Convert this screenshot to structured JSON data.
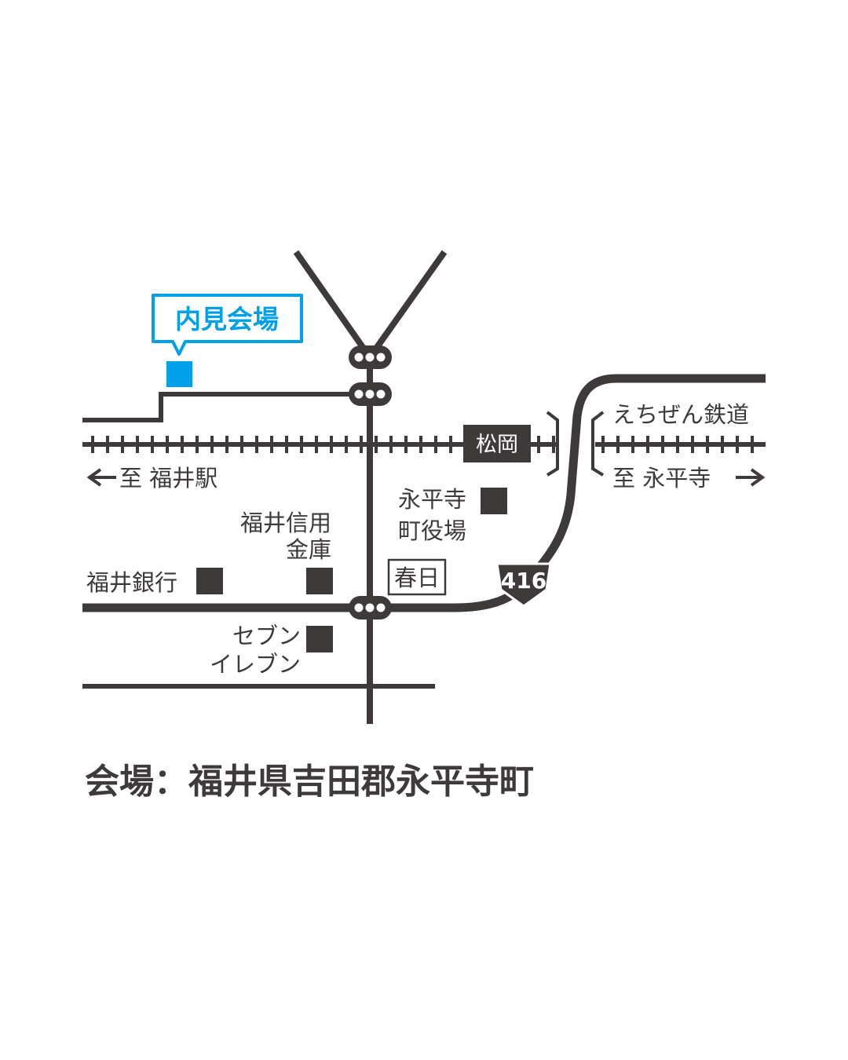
{
  "colors": {
    "ink": "#3e3a39",
    "accent": "#00a0e9",
    "background": "#ffffff"
  },
  "venue_callout": {
    "label": "内見会場",
    "icon": "venue-marker-square"
  },
  "stations": {
    "matsuoka": "松岡",
    "kasuga": "春日"
  },
  "railway": {
    "name": "えちぜん鉄道"
  },
  "directions": {
    "left": {
      "arrow": "←",
      "text": "至  福井駅"
    },
    "right": {
      "text": "至  永平寺",
      "arrow": "→"
    }
  },
  "landmarks": {
    "town_office_line1": "永平寺",
    "town_office_line2": "町役場",
    "credit_union_line1": "福井信用",
    "credit_union_line2": "金庫",
    "bank": "福井銀行",
    "seven_line1": "セブン",
    "seven_line2": "イレブン"
  },
  "route_shield": {
    "number": "416"
  },
  "address": "会場：福井県吉田郡永平寺町"
}
